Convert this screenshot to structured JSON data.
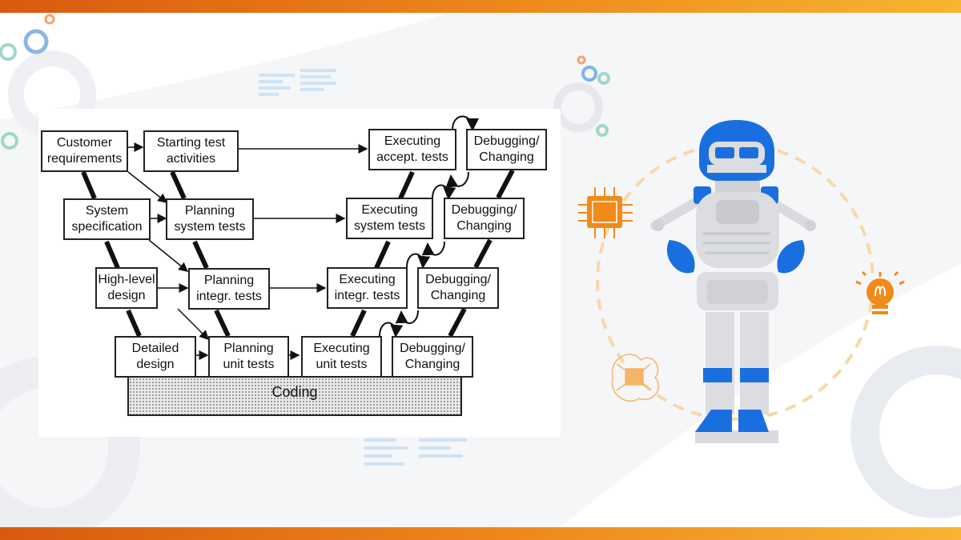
{
  "colors": {
    "stripe_start": "#d95a0f",
    "stripe_end": "#f7b531",
    "robot_blue": "#1a6fe0",
    "robot_grey": "#dcdde0",
    "accent_orange": "#f08a1a"
  },
  "diagram": {
    "boxes": {
      "customer_requirements": "Customer\nrequirements",
      "starting_test_activities": "Starting test\nactivities",
      "executing_accept_tests": "Executing\naccept. tests",
      "debugging_changing_1": "Debugging/\nChanging",
      "system_specification": "System\nspecification",
      "planning_system_tests": "Planning\nsystem tests",
      "executing_system_tests": "Executing\nsystem tests",
      "debugging_changing_2": "Debugging/\nChanging",
      "high_level_design": "High-level\ndesign",
      "planning_integr_tests": "Planning\nintegr. tests",
      "executing_integr_tests": "Executing\nintegr. tests",
      "debugging_changing_3": "Debugging/\nChanging",
      "detailed_design": "Detailed\ndesign",
      "planning_unit_tests": "Planning\nunit tests",
      "executing_unit_tests": "Executing\nunit tests",
      "debugging_changing_4": "Debugging/\nChanging"
    },
    "coding_label": "Coding"
  },
  "illustration": {
    "subject": "robot",
    "icons": [
      "gear-icon",
      "chip-icon",
      "lightbulb-icon",
      "brain-chip-icon"
    ]
  }
}
